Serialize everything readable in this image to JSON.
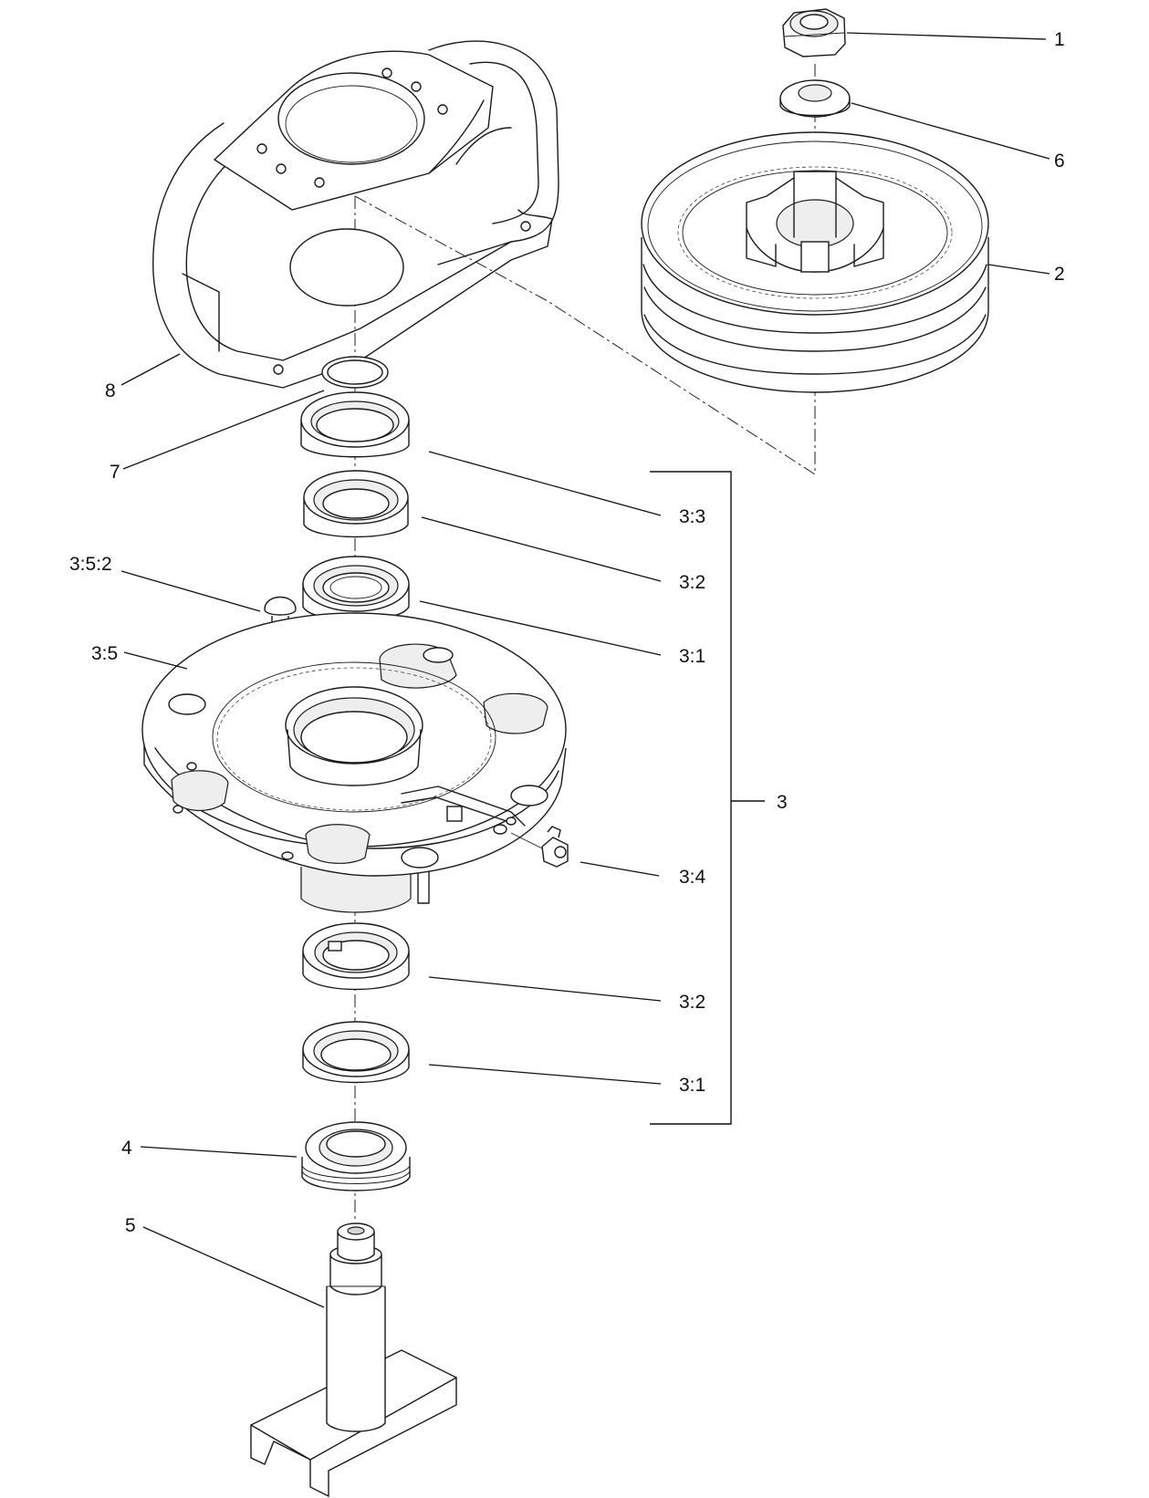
{
  "callouts": {
    "c1": "1",
    "c6": "6",
    "c2": "2",
    "c8": "8",
    "c7": "7",
    "c3_3": "3:3",
    "c3_2_top": "3:2",
    "c3_5_2": "3:5:2",
    "c3_1_top": "3:1",
    "c3_5": "3:5",
    "c3": "3",
    "c3_4": "3:4",
    "c3_2_bottom": "3:2",
    "c3_1_bottom": "3:1",
    "c4": "4",
    "c5": "5"
  },
  "colors": {
    "line": "#1a1a1a",
    "background": "#ffffff"
  }
}
